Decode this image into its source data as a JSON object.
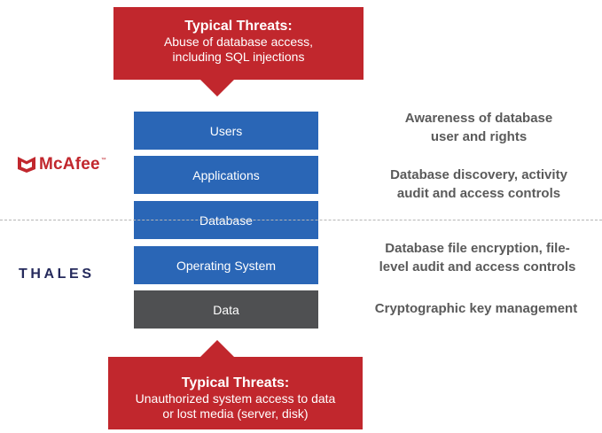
{
  "threats_top": {
    "title": "Typical Threats:",
    "line1": "Abuse of database access,",
    "line2": "including SQL injections"
  },
  "threats_bottom": {
    "title": "Typical Threats:",
    "line1": "Unauthorized system access to data",
    "line2": "or lost media (server, disk)"
  },
  "layers": [
    {
      "label": "Users"
    },
    {
      "label": "Applications"
    },
    {
      "label": "Database"
    },
    {
      "label": "Operating System"
    },
    {
      "label": "Data"
    }
  ],
  "descriptions": {
    "users": {
      "line1": "Awareness of database",
      "line2": "user and rights"
    },
    "applications": {
      "line1": "Database discovery, activity",
      "line2": "audit and access controls"
    },
    "os": {
      "line1": "Database file encryption, file-",
      "line2": "level audit and access controls"
    },
    "data": {
      "line1": "Cryptographic key management"
    }
  },
  "logos": {
    "mcafee": "McAfee",
    "mcafee_tm": "™",
    "thales": "THALES"
  },
  "colors": {
    "threat_red": "#c1272d",
    "layer_blue": "#2a66b6",
    "data_gray": "#4f5052",
    "description_gray": "#5a5a5a",
    "thales_navy": "#252a5c"
  },
  "icons": {
    "mcafee_mark": "mcafee-shield-m-icon"
  }
}
